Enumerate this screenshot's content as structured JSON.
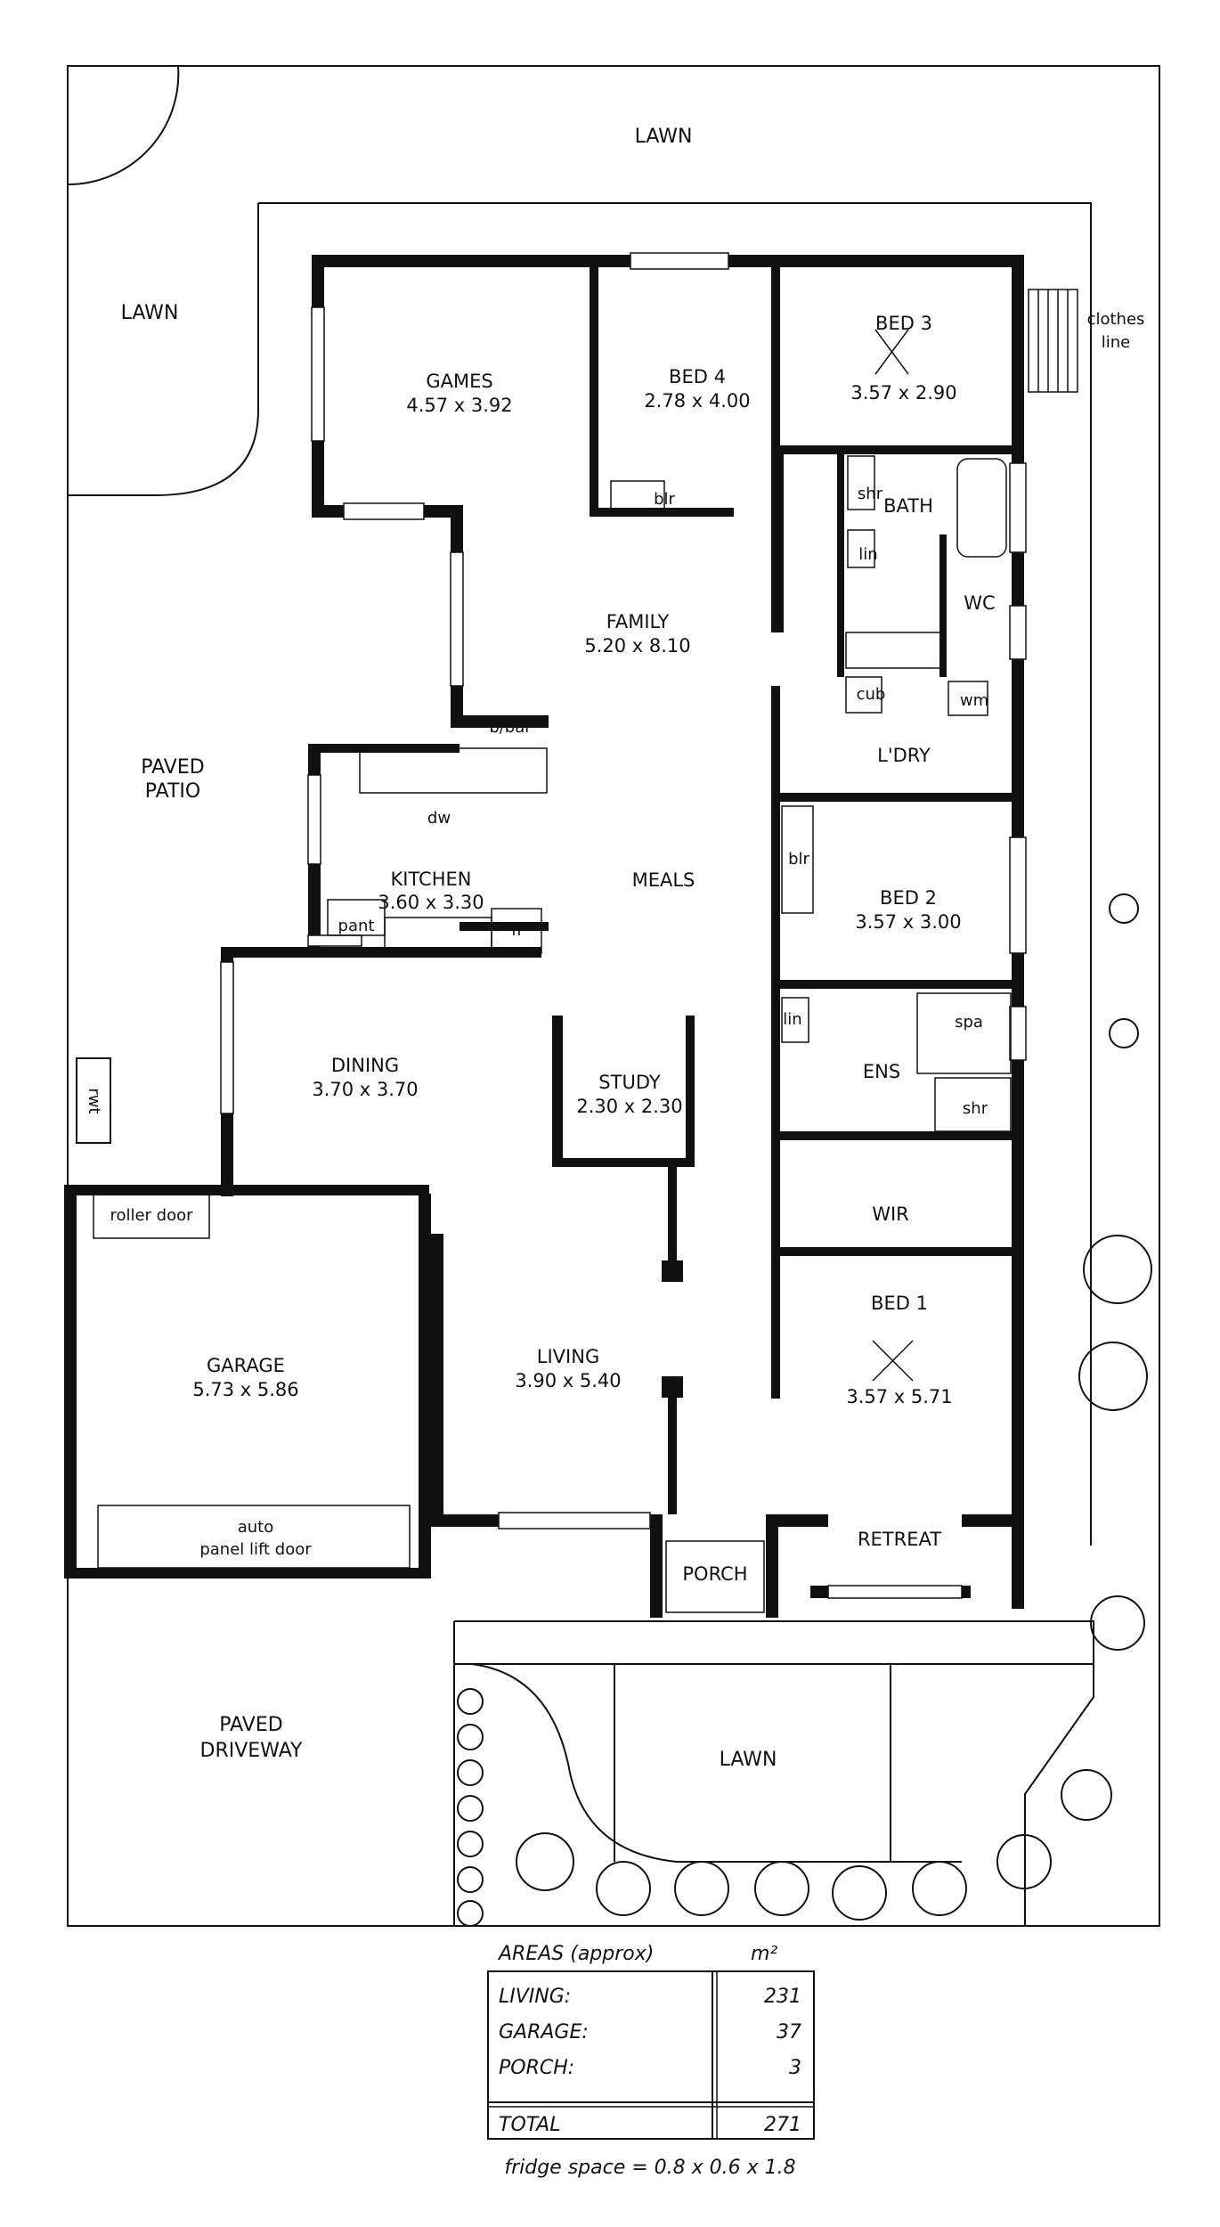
{
  "outdoor": {
    "lawn_top": "LAWN",
    "lawn_left": "LAWN",
    "paved_patio": [
      "PAVED",
      "PATIO"
    ],
    "clothes_line": [
      "clothes",
      "line"
    ],
    "rwt": "rwt",
    "paved_driveway": [
      "PAVED",
      "DRIVEWAY"
    ],
    "lawn_bottom": "LAWN"
  },
  "rooms": {
    "games": {
      "name": "GAMES",
      "size": "4.57 x 3.92"
    },
    "bed4": {
      "name": "BED 4",
      "size": "2.78 x 4.00"
    },
    "bed3": {
      "name": "BED 3",
      "size": "3.57 x 2.90"
    },
    "family": {
      "name": "FAMILY",
      "size": "5.20 x 8.10"
    },
    "kitchen": {
      "name": "KITCHEN",
      "size": "3.60 x 3.30"
    },
    "meals": {
      "name": "MEALS"
    },
    "bed2": {
      "name": "BED 2",
      "size": "3.57 x 3.00"
    },
    "dining": {
      "name": "DINING",
      "size": "3.70 x 3.70"
    },
    "study": {
      "name": "STUDY",
      "size": "2.30 x 2.30"
    },
    "ens": {
      "name": "ENS"
    },
    "wir": {
      "name": "WIR"
    },
    "garage": {
      "name": "GARAGE",
      "size": "5.73 x 5.86"
    },
    "living": {
      "name": "LIVING",
      "size": "3.90 x 5.40"
    },
    "bed1": {
      "name": "BED 1",
      "size": "3.57 x 5.71"
    },
    "retreat": {
      "name": "RETREAT"
    },
    "porch": {
      "name": "PORCH"
    },
    "bath": {
      "name": "BATH"
    },
    "wc": {
      "name": "WC"
    },
    "ldry": {
      "name": "L'DRY"
    }
  },
  "fixtures": {
    "blr_bed4": "blr",
    "shr_bath": "shr",
    "lin_bath": "lin",
    "cub": "cub",
    "wm": "wm",
    "bbar": "b/bar",
    "dw": "dw",
    "pant": "pant",
    "fr": "fr",
    "blr_bed2": "blr",
    "lin_ens": "lin",
    "spa": "spa",
    "shr_ens": "shr",
    "roller_door": "roller door",
    "auto_door": [
      "auto",
      "panel lift door"
    ]
  },
  "areas": {
    "title": "AREAS (approx)",
    "unit": "m²",
    "rows": [
      {
        "label": "LIVING:",
        "value": "231"
      },
      {
        "label": "GARAGE:",
        "value": "37"
      },
      {
        "label": "PORCH:",
        "value": "3"
      }
    ],
    "total_label": "TOTAL",
    "total_value": "271",
    "note": "fridge space = 0.8 x 0.6 x 1.8"
  }
}
